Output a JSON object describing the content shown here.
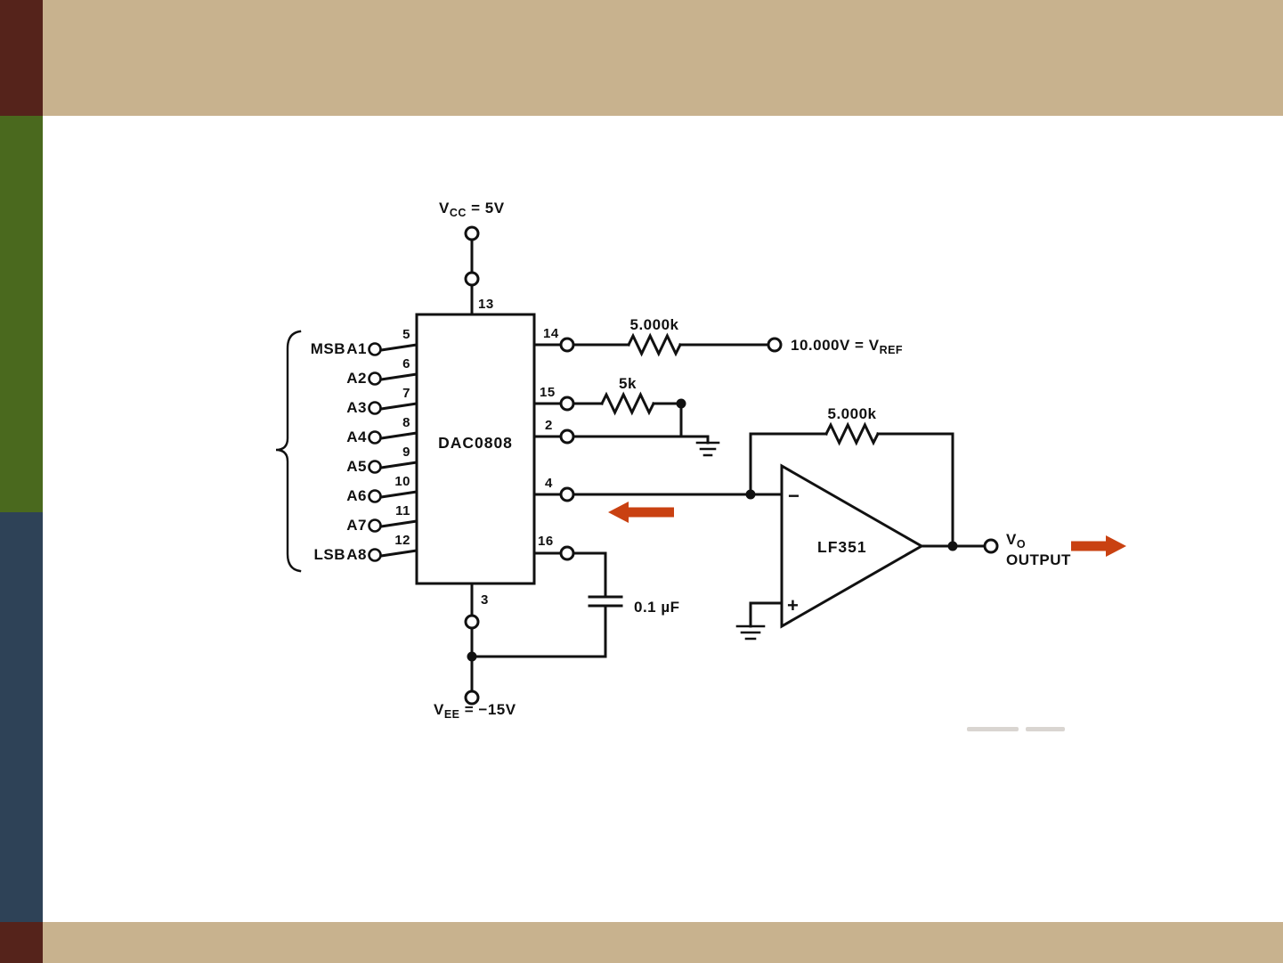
{
  "slide": {
    "colors": {
      "tan": "#c8b28e",
      "maroon": "#55231b",
      "green": "#4a691e",
      "navy": "#2e4257",
      "arrow": "#c94111",
      "ink": "#111111",
      "paper": "#ffffff"
    }
  },
  "schematic": {
    "chip_label": "DAC0808",
    "opamp_label": "LF351",
    "opamp_minus": "−",
    "opamp_plus": "+",
    "vcc": {
      "v": "V",
      "sub": "CC",
      "rest": " = 5V"
    },
    "vee": {
      "v": "V",
      "sub": "EE",
      "rest": " = −15V"
    },
    "vref": {
      "pre": "10.000V = V",
      "sub": "REF"
    },
    "vout": {
      "v": "V",
      "sub": "O",
      "line2": "OUTPUT"
    },
    "r_ref_label": "5.000k",
    "r_comp_label": "5k",
    "r_fb_label": "5.000k",
    "cap_label": "0.1 µF",
    "msb": "MSB",
    "lsb": "LSB",
    "inputs": [
      "A1",
      "A2",
      "A3",
      "A4",
      "A5",
      "A6",
      "A7",
      "A8"
    ],
    "input_pins": [
      "5",
      "6",
      "7",
      "8",
      "9",
      "10",
      "11",
      "12"
    ],
    "pin13": "13",
    "pin14": "14",
    "pin15": "15",
    "pin2": "2",
    "pin4": "4",
    "pin16": "16",
    "pin3": "3"
  }
}
